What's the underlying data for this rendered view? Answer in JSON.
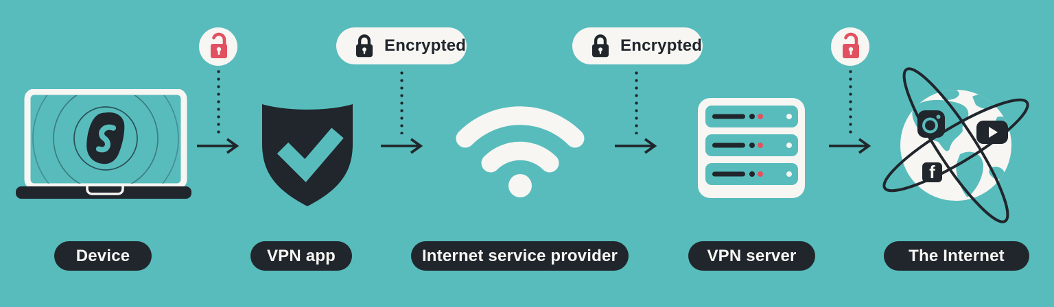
{
  "colors": {
    "background": "#58bcbc",
    "ink_dark": "#20262c",
    "ink_white": "#f7f6f3",
    "alert_red": "#e2515f"
  },
  "nodes": [
    {
      "id": "device",
      "label": "Device",
      "icon": "laptop-surfshark"
    },
    {
      "id": "vpn-app",
      "label": "VPN app",
      "icon": "shield-checkmark"
    },
    {
      "id": "isp",
      "label": "Internet service provider",
      "icon": "wifi"
    },
    {
      "id": "vpn-server",
      "label": "VPN server",
      "icon": "server-rack"
    },
    {
      "id": "the-internet",
      "label": "The Internet",
      "icon": "globe-social"
    }
  ],
  "links": [
    {
      "from": "device",
      "to": "vpn-app",
      "encryption": "unencrypted",
      "icon": "unlocked-padlock",
      "label": ""
    },
    {
      "from": "vpn-app",
      "to": "isp",
      "encryption": "encrypted",
      "icon": "locked-padlock",
      "label": "Encrypted"
    },
    {
      "from": "isp",
      "to": "vpn-server",
      "encryption": "encrypted",
      "icon": "locked-padlock",
      "label": "Encrypted"
    },
    {
      "from": "vpn-server",
      "to": "the-internet",
      "encryption": "unencrypted",
      "icon": "unlocked-padlock",
      "label": ""
    }
  ],
  "globe_services": [
    "instagram",
    "youtube",
    "facebook"
  ]
}
